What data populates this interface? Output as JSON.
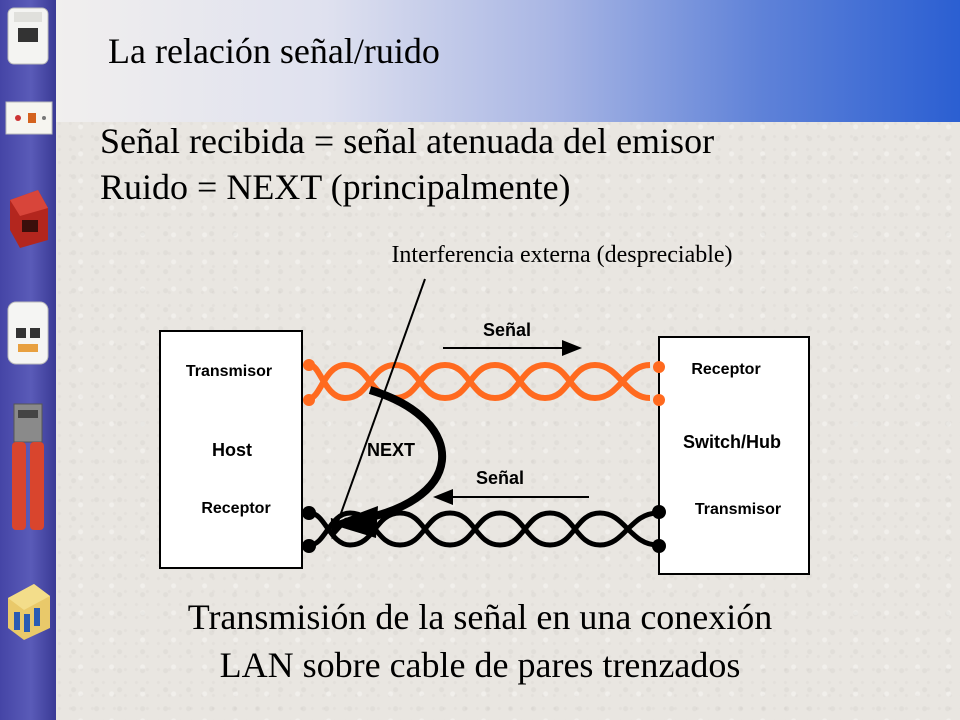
{
  "slide": {
    "title": "La relación señal/ruido",
    "bullets": [
      "Señal recibida = señal atenuada del emisor",
      "Ruido = NEXT (principalmente)"
    ],
    "caption_lines": [
      "Transmisión de la señal en una conexión",
      "LAN sobre cable de pares trenzados"
    ]
  },
  "diagram": {
    "interference_label": "Interferencia externa (despreciable)",
    "left_box": {
      "top_label": "Transmisor",
      "name": "Host",
      "bottom_label": "Receptor"
    },
    "right_box": {
      "top_label": "Receptor",
      "name": "Switch/Hub",
      "bottom_label": "Transmisor"
    },
    "signal_top_label": "Señal",
    "signal_bottom_label": "Señal",
    "next_label": "NEXT",
    "colors": {
      "top_pair": "#ff6a1f",
      "bottom_pair": "#000000",
      "arrow": "#000000"
    }
  },
  "sidebar": {
    "icons": [
      "wall-socket-icon",
      "faceplate-icon",
      "rj45-jack-red-icon",
      "surface-box-icon",
      "crimping-tool-icon",
      "punch-block-icon"
    ]
  }
}
